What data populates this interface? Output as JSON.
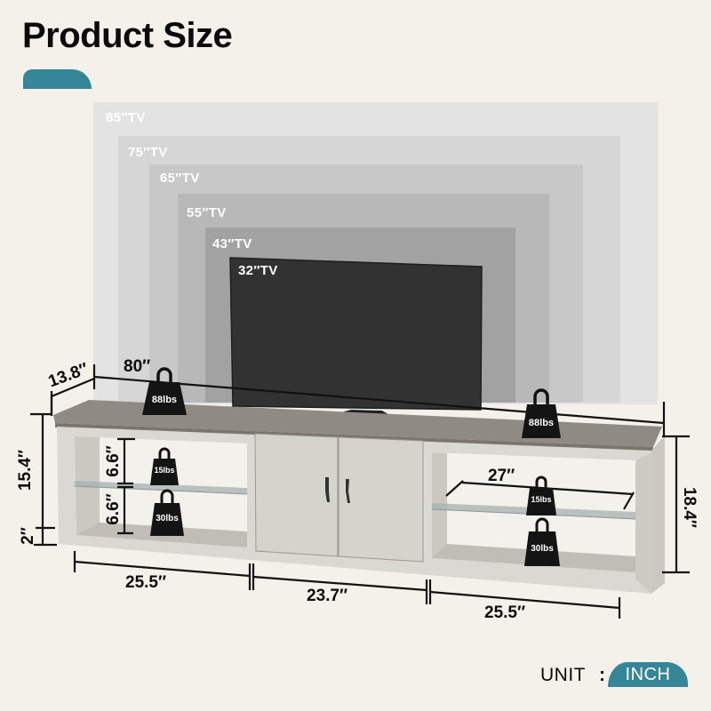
{
  "header": {
    "title": "Product Size"
  },
  "tv_sizes": [
    {
      "label": "85″TV",
      "color": "#e3e3e3"
    },
    {
      "label": "75″TV",
      "color": "#d6d6d6"
    },
    {
      "label": "65″TV",
      "color": "#c8c8c8"
    },
    {
      "label": "55″TV",
      "color": "#b8b8b8"
    },
    {
      "label": "43″TV",
      "color": "#a2a2a2"
    },
    {
      "label": "32″TV",
      "color": "#323232"
    }
  ],
  "dimensions": {
    "overall_width": "80″",
    "depth": "13.8″",
    "overall_height": "18.4″",
    "side_height": "15.4″",
    "leg_height": "2″",
    "upper_shelf_gap": "6.6″",
    "lower_shelf_gap": "6.6″",
    "glass_shelf_width": "27″",
    "left_section_width": "25.5″",
    "center_section_width": "23.7″",
    "right_section_width": "25.5″"
  },
  "weights": {
    "top_left": "88lbs",
    "top_right": "88lbs",
    "left_glass_shelf": "15lbs",
    "left_bottom_shelf": "30lbs",
    "right_glass_shelf": "15lbs",
    "right_bottom_shelf": "30lbs"
  },
  "footer": {
    "unit_label": "UNIT",
    "unit_separator": ":",
    "unit_value": "INCH"
  },
  "colors": {
    "background": "#f4f1ea",
    "accent": "#358697",
    "tabletop": "#8f8a84",
    "cabinet": "#d9d8d2",
    "tv_screen": "#323232"
  }
}
